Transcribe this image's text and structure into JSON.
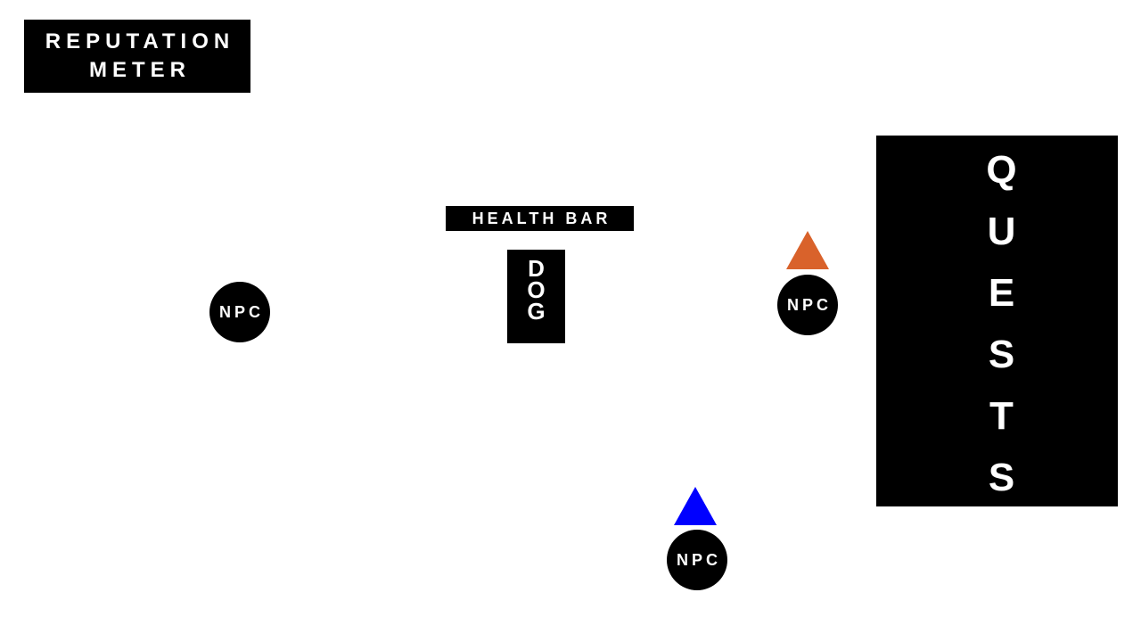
{
  "hud": {
    "reputation_meter": {
      "line1": "REPUTATION",
      "line2": "METER"
    },
    "health_bar": {
      "label": "HEALTH BAR"
    },
    "dog": {
      "letters": [
        "D",
        "O",
        "G"
      ]
    },
    "quests": {
      "letters": [
        "Q",
        "U",
        "E",
        "S",
        "T",
        "S"
      ]
    }
  },
  "npcs": [
    {
      "label": "NPC"
    },
    {
      "label": "NPC",
      "marker": "orange-triangle"
    },
    {
      "label": "NPC",
      "marker": "blue-triangle"
    }
  ],
  "colors": {
    "background": "#ffffff",
    "panel": "#000000",
    "panel_text": "#ffffff",
    "marker_orange": "#d9622b",
    "marker_blue": "#0000ff"
  }
}
